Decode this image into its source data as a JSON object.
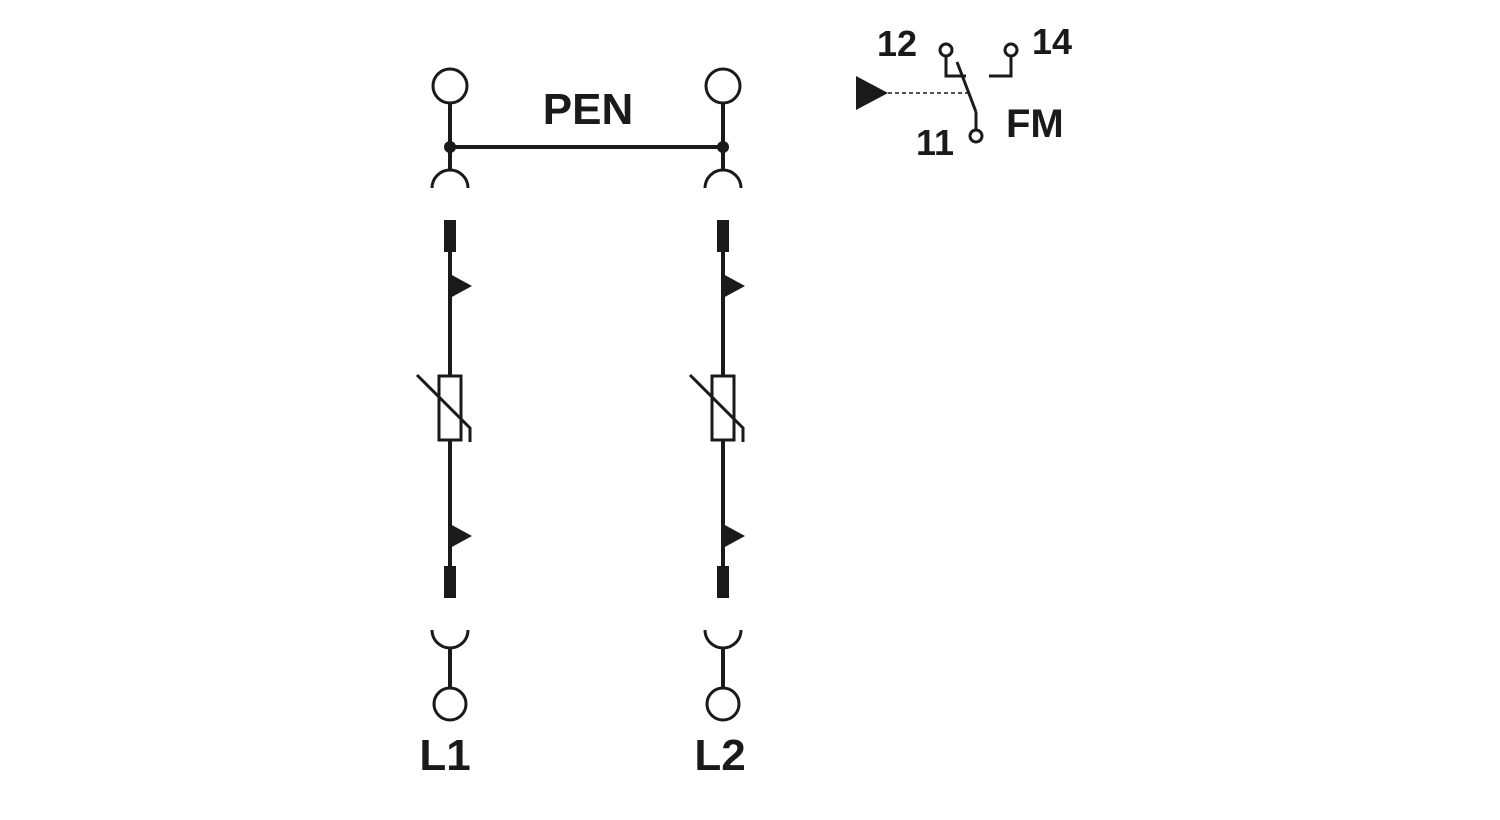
{
  "diagram": {
    "bus_label": "PEN",
    "channels": [
      {
        "terminal_label": "L1"
      },
      {
        "terminal_label": "L2"
      }
    ],
    "contact": {
      "terminal_12": "12",
      "terminal_14": "14",
      "terminal_11": "11",
      "label": "FM"
    },
    "colors": {
      "line": "#1a1a1a",
      "background": "#ffffff"
    }
  }
}
